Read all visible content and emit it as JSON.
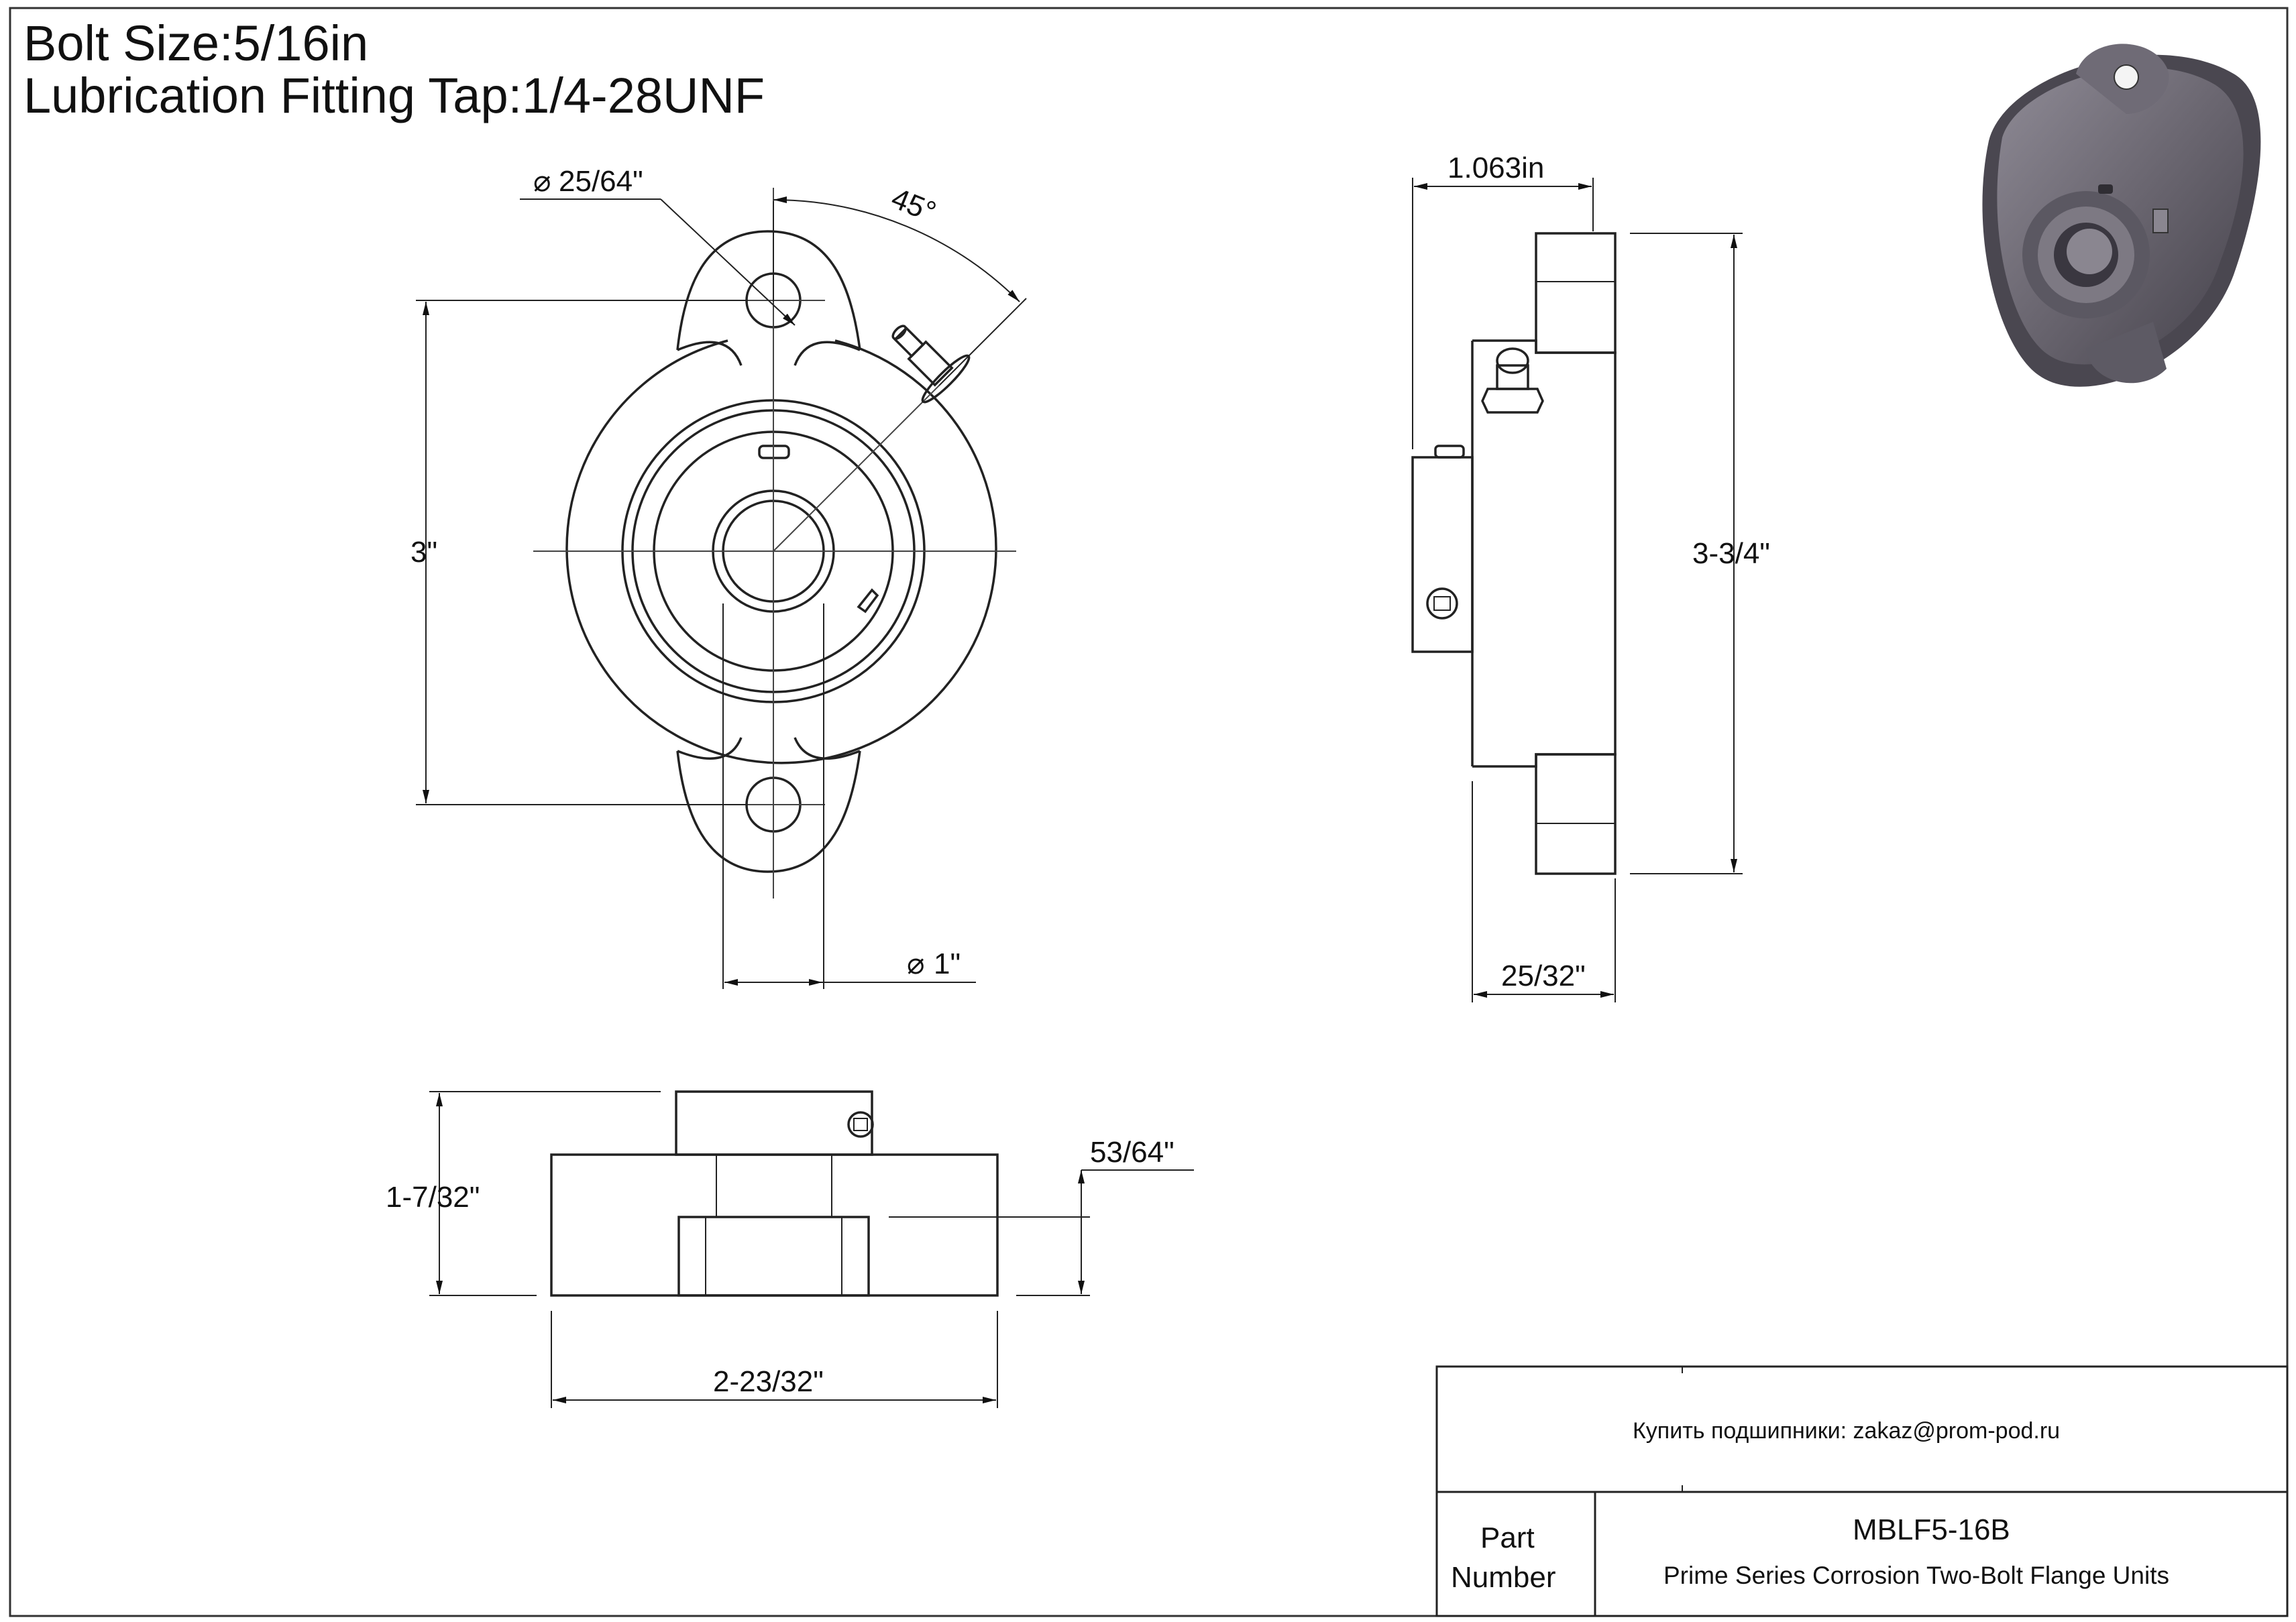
{
  "header": {
    "bolt_size": "Bolt Size:5/16in",
    "lubrication_tap": "Lubrication Fitting Tap:1/4-28UNF"
  },
  "front_view": {
    "hole_diameter": "25/64\"",
    "angle": "45°",
    "bolt_spacing": "3\"",
    "bore_diameter": "1\""
  },
  "side_view": {
    "width_top": "1.063in",
    "height": "3-3/4\"",
    "flange_thickness": "25/32\""
  },
  "bottom_view": {
    "overall_height": "1-7/32\"",
    "base_height": "53/64\"",
    "length": "2-23/32\""
  },
  "title_block": {
    "contact": "Купить подшипники: zakaz@prom-pod.ru",
    "part_label": "Part\nNumber",
    "part_number": "MBLF5-16B",
    "description": "Prime Series Corrosion Two-Bolt Flange Units"
  },
  "symbols": {
    "diameter": "⌀"
  },
  "colors": {
    "line": "#222222",
    "render_body": "#6e6a74",
    "render_dark": "#3c3942",
    "render_light": "#9a96a0"
  }
}
